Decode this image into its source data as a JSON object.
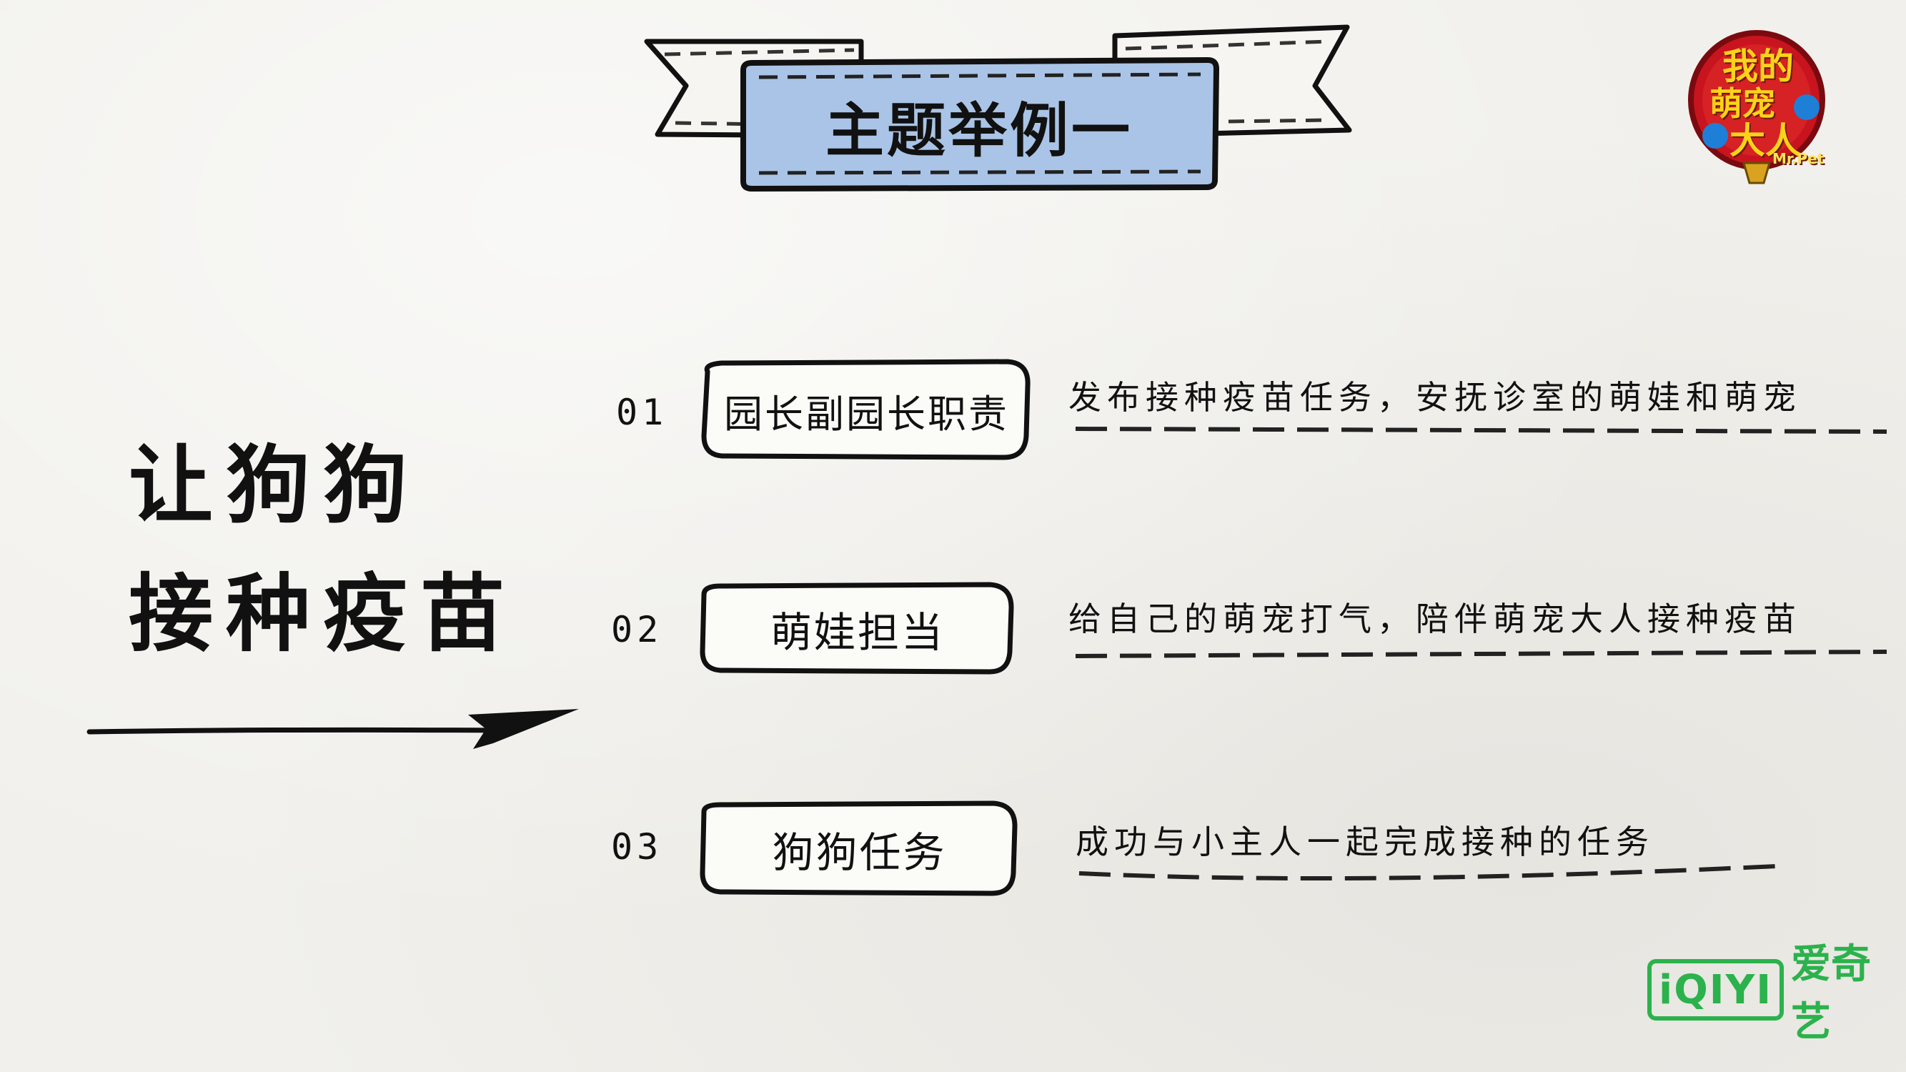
{
  "banner": {
    "title": "主题举例一"
  },
  "logo": {
    "line1": "我的",
    "line2": "萌宠",
    "line3": "大人",
    "sub": "Mr.Pet"
  },
  "main_title": {
    "line1": "让狗狗",
    "line2": "接种疫苗"
  },
  "items": [
    {
      "number": "01",
      "label": "园长副园长职责",
      "description": "发布接种疫苗任务，安抚诊室的萌娃和萌宠"
    },
    {
      "number": "02",
      "label": "萌娃担当",
      "description": "给自己的萌宠打气，陪伴萌宠大人接种疫苗"
    },
    {
      "number": "03",
      "label": "狗狗任务",
      "description": "成功与小主人一起完成接种的任务"
    }
  ],
  "brand": {
    "mark": "iQIYI",
    "name": "爱奇艺",
    "color": "#2bb24c"
  },
  "colors": {
    "banner_fill": "#a9c4e6",
    "ink": "#111111",
    "logo_red": "#c8141e",
    "logo_yellow": "#ffd21a"
  }
}
